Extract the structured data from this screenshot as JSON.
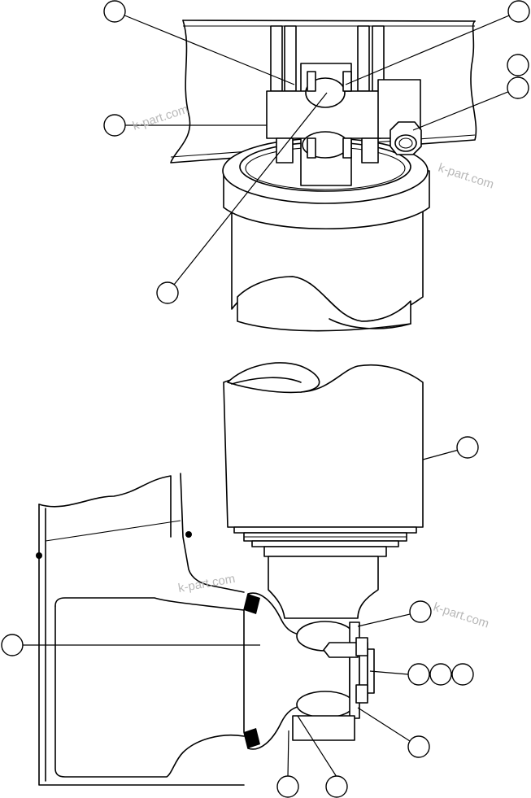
{
  "diagram": {
    "callout_count": 15,
    "watermarks": [
      "k-part.com",
      "k-part.com",
      "k-part.com",
      "k-part.com"
    ]
  }
}
